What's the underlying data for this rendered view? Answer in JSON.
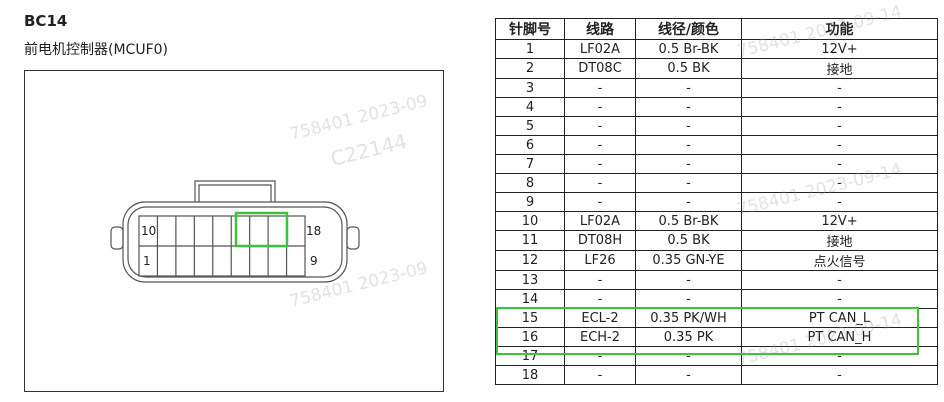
{
  "connector": {
    "code": "BC14",
    "name": "前电机控制器(MCUF0)",
    "pin_labels": {
      "top_left": "10",
      "top_right": "18",
      "bottom_left": "1",
      "bottom_right": "9"
    }
  },
  "watermarks": [
    "758401 2023-09",
    "C22144",
    "758401 2023-09",
    "758401 2023-09-14",
    "758401 2023-09-14",
    "758401 2023-09-14"
  ],
  "table": {
    "headers": [
      "针脚号",
      "线路",
      "线径/颜色",
      "功能"
    ],
    "rows": [
      [
        "1",
        "LF02A",
        "0.5 Br-BK",
        "12V+"
      ],
      [
        "2",
        "DT08C",
        "0.5 BK",
        "接地"
      ],
      [
        "3",
        "-",
        "-",
        "-"
      ],
      [
        "4",
        "-",
        "-",
        "-"
      ],
      [
        "5",
        "-",
        "-",
        "-"
      ],
      [
        "6",
        "-",
        "-",
        "-"
      ],
      [
        "7",
        "-",
        "-",
        "-"
      ],
      [
        "8",
        "-",
        "-",
        "-"
      ],
      [
        "9",
        "-",
        "-",
        "-"
      ],
      [
        "10",
        "LF02A",
        "0.5 Br-BK",
        "12V+"
      ],
      [
        "11",
        "DT08H",
        "0.5 BK",
        "接地"
      ],
      [
        "12",
        "LF26",
        "0.35 GN-YE",
        "点火信号"
      ],
      [
        "13",
        "-",
        "-",
        "-"
      ],
      [
        "14",
        "-",
        "-",
        "-"
      ],
      [
        "15",
        "ECL-2",
        "0.35 PK/WH",
        "PT CAN_L"
      ],
      [
        "16",
        "ECH-2",
        "0.35 PK",
        "PT CAN_H"
      ],
      [
        "17",
        "-",
        "-",
        "-"
      ],
      [
        "18",
        "-",
        "-",
        "-"
      ]
    ]
  },
  "highlight_color": "#3ec23e"
}
